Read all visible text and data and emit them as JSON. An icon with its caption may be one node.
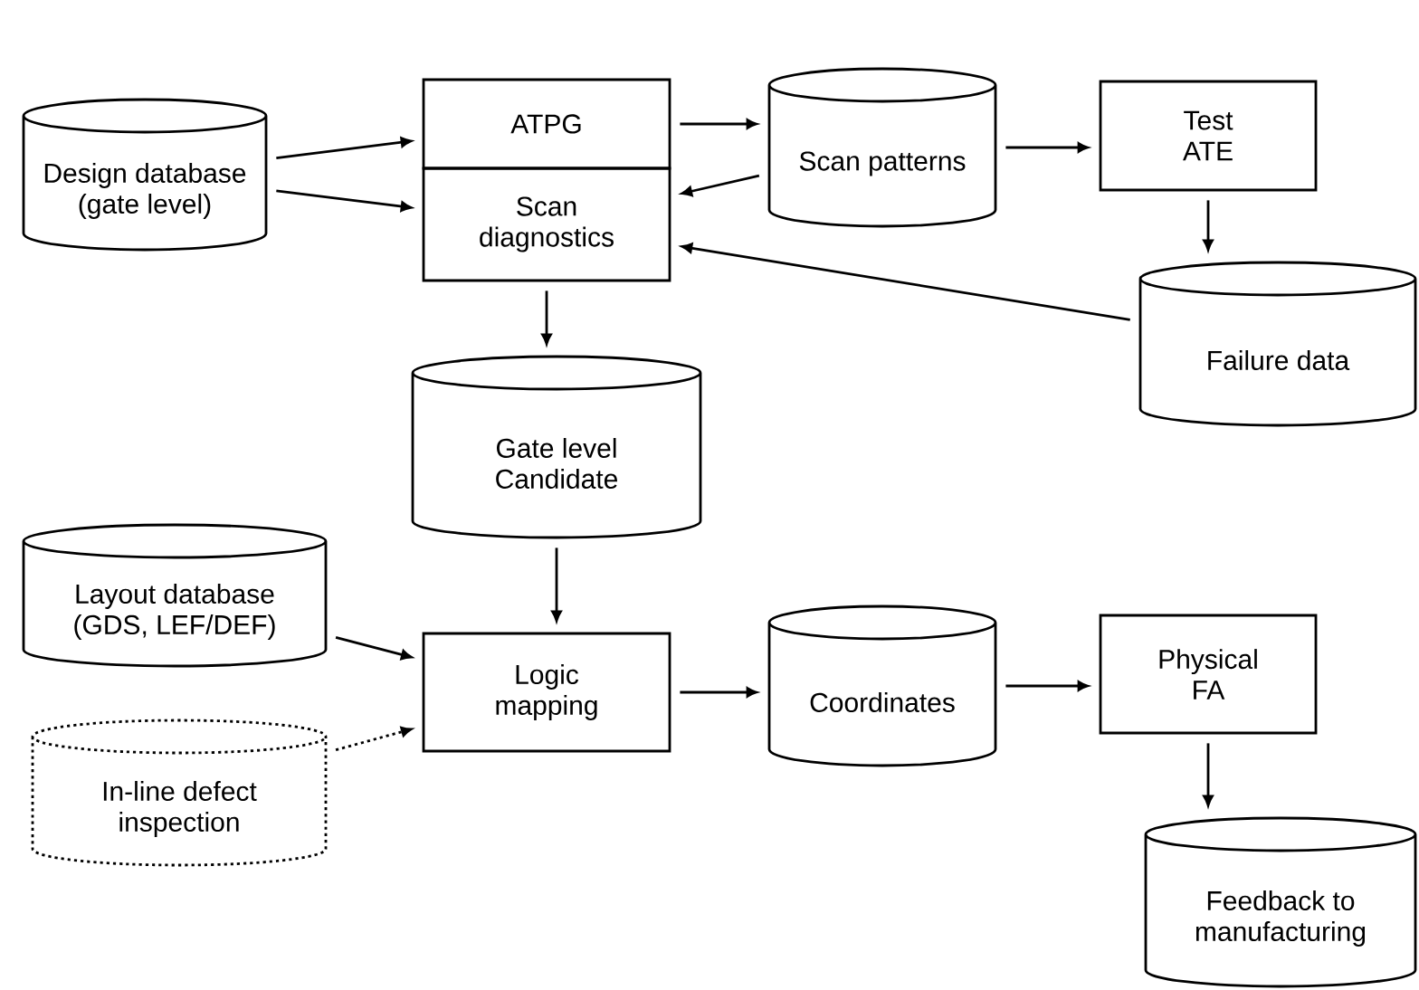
{
  "diagram": {
    "nodes": [
      {
        "text": [
          "Design database (gate level)"
        ]
      },
      {
        "text": [
          "ATPG"
        ]
      },
      {
        "text": [
          "Scan diagnostics"
        ]
      },
      {
        "text": [
          "Scan patterns"
        ]
      },
      {
        "text": [
          "Test ATE"
        ]
      },
      {
        "text": [
          "Failure data"
        ]
      },
      {
        "text": [
          "Gate level Candidate"
        ]
      },
      {
        "text": [
          "Layout database (GDS, LEF/DEF)"
        ]
      },
      {
        "text": [
          "In-line defect inspection"
        ]
      },
      {
        "text": [
          "Logic mapping"
        ]
      },
      {
        "text": [
          "Coordinates"
        ]
      },
      {
        "text": [
          "Physical FA"
        ]
      },
      {
        "text": [
          "Feedback to manufacturing"
        ]
      }
    ],
    "edges": [
      {
        "from": 0,
        "to": 1,
        "arrow": "to"
      },
      {
        "from": 0,
        "to": 2,
        "arrow": "to"
      },
      {
        "from": 1,
        "to": 3,
        "arrow": "to"
      },
      {
        "from": 3,
        "to": 2,
        "arrow": "to"
      },
      {
        "from": 3,
        "to": 4,
        "arrow": "to"
      },
      {
        "from": 4,
        "to": 5,
        "arrow": "to"
      },
      {
        "from": 5,
        "to": 2,
        "arrow": "to"
      },
      {
        "from": 2,
        "to": 6,
        "arrow": "to"
      },
      {
        "from": 6,
        "to": 9,
        "arrow": "to"
      },
      {
        "from": 7,
        "to": 9,
        "arrow": "to"
      },
      {
        "from": 8,
        "to": 9,
        "arrow": "to",
        "style": "dashed"
      },
      {
        "from": 9,
        "to": 10,
        "arrow": "to"
      },
      {
        "from": 10,
        "to": 11,
        "arrow": "to"
      },
      {
        "from": 11,
        "to": 12,
        "arrow": "to"
      }
    ]
  }
}
